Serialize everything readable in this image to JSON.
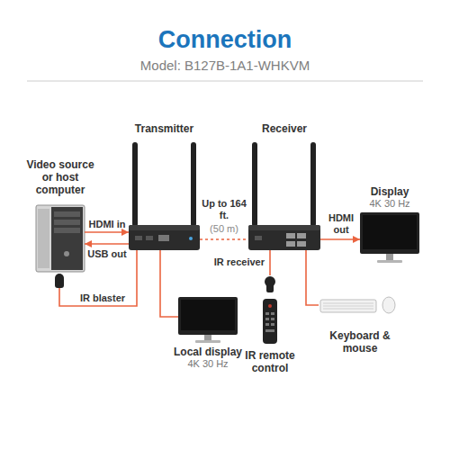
{
  "diagram": {
    "title": "Connection",
    "nodes": [
      {
        "text": [
          "Video source or host computer"
        ]
      },
      {
        "text": [
          "Transmitter"
        ]
      },
      {
        "text": [
          "Receiver"
        ]
      },
      {
        "text": [
          "Display",
          "4K 30 Hz"
        ]
      },
      {
        "text": [
          "Local display",
          "4K 30 Hz"
        ]
      },
      {
        "text": [
          "IR remote control"
        ]
      },
      {
        "text": [
          "Keyboard & mouse"
        ]
      }
    ],
    "edges": [
      {
        "from": 0,
        "to": 1,
        "label": "HDMI in",
        "arrow": "to"
      },
      {
        "from": 1,
        "to": 0,
        "label": "USB out",
        "arrow": "to"
      },
      {
        "from": 1,
        "to": 2,
        "label": "Up to 164 ft.",
        "arrow": "none"
      },
      {
        "from": 2,
        "to": 3,
        "label": "HDMI out",
        "arrow": "to"
      },
      {
        "from": 1,
        "to": 4,
        "arrow": "none"
      },
      {
        "from": 1,
        "to": 0,
        "label": "IR blaster",
        "arrow": "none"
      },
      {
        "from": 2,
        "to": 5,
        "label": "IR receiver",
        "arrow": "none"
      },
      {
        "from": 6,
        "to": 2,
        "arrow": "none"
      }
    ],
    "labels": [
      "Model: B127B-1A1-WHKVM",
      "(50 m)"
    ]
  }
}
